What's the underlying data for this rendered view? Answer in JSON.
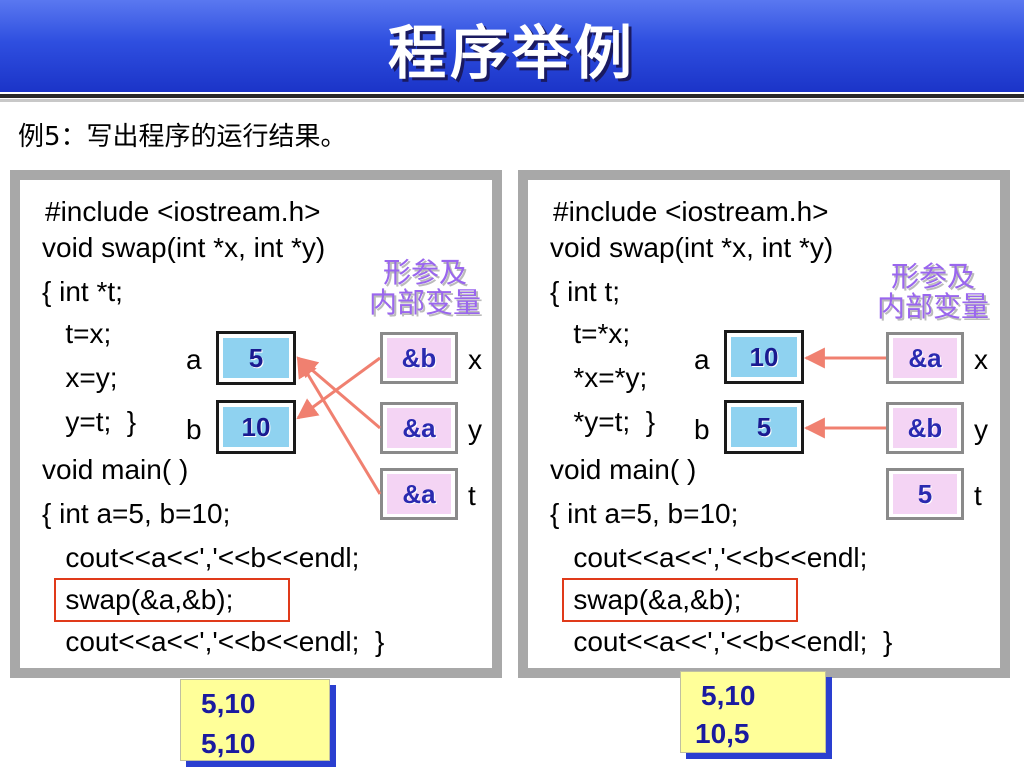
{
  "title": "程序举例",
  "subtitle": "例5：写出程序的运行结果。",
  "left": {
    "code": [
      "#include <iostream.h>",
      "void swap(int *x, int *y)",
      "{ int *t;",
      "   t=x;",
      "   x=y;",
      "   y=t;  }",
      "void main( )",
      "{ int a=5, b=10;",
      "   cout<<a<<','<<b<<endl;",
      "   swap(&a,&b);",
      "   cout<<a<<','<<b<<endl;  }"
    ],
    "note_line1": "形参及",
    "note_line2": "内部变量",
    "var_a_label": "a",
    "var_a_value": "5",
    "var_b_label": "b",
    "var_b_value": "10",
    "param_x_value": "&b",
    "param_x_label": "x",
    "param_y_value": "&a",
    "param_y_label": "y",
    "param_t_value": "&a",
    "param_t_label": "t",
    "output": [
      "5,10",
      "5,10"
    ]
  },
  "right": {
    "code": [
      "#include <iostream.h>",
      "void swap(int *x, int *y)",
      "{ int t;",
      "   t=*x;",
      "   *x=*y;",
      "   *y=t;  }",
      "void main( )",
      "{ int a=5, b=10;",
      "   cout<<a<<','<<b<<endl;",
      "   swap(&a,&b);",
      "   cout<<a<<','<<b<<endl;  }"
    ],
    "note_line1": "形参及",
    "note_line2": "内部变量",
    "var_a_label": "a",
    "var_a_value": "10",
    "var_b_label": "b",
    "var_b_value": "5",
    "param_x_value": "&a",
    "param_x_label": "x",
    "param_y_value": "&b",
    "param_y_label": "y",
    "param_t_value": "5",
    "param_t_label": "t",
    "output": [
      "5,10",
      "10,5"
    ]
  },
  "colors": {
    "title_bar": "#2f4fe0",
    "arrow": "#f08070",
    "highlight": "#e03a1a",
    "note": "#9a66ee",
    "output_bg": "#ffff99",
    "output_shadow": "#2a3fd0"
  }
}
